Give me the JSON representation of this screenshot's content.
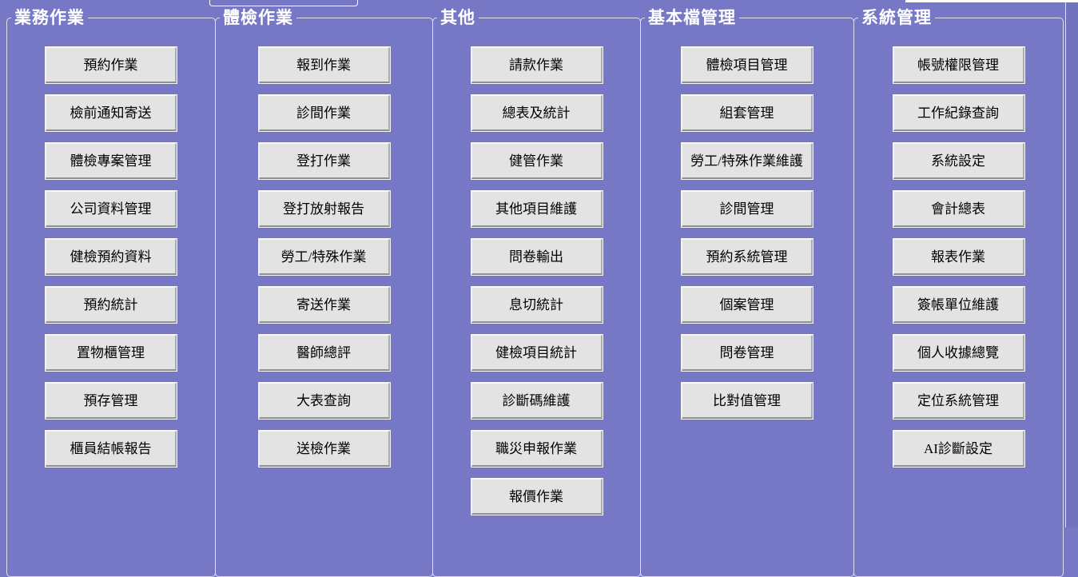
{
  "colors": {
    "background": "#7678C6",
    "button_face": "#E3E3E3",
    "group_border": "#DFE0F0",
    "group_title_text": "#FFFFFF",
    "button_text": "#000000"
  },
  "groups": [
    {
      "title": "業務作業",
      "items": [
        "預約作業",
        "檢前通知寄送",
        "體檢專案管理",
        "公司資料管理",
        "健檢預約資料",
        "預約統計",
        "置物櫃管理",
        "預存管理",
        "櫃員結帳報告"
      ]
    },
    {
      "title": "體檢作業",
      "items": [
        "報到作業",
        "診間作業",
        "登打作業",
        "登打放射報告",
        "勞工/特殊作業",
        "寄送作業",
        "醫師總評",
        "大表查詢",
        "送檢作業"
      ]
    },
    {
      "title": "其他",
      "items": [
        "請款作業",
        "總表及統計",
        "健管作業",
        "其他項目維護",
        "問卷輸出",
        "息切統計",
        "健檢項目統計",
        "診斷碼維護",
        "職災申報作業",
        "報價作業"
      ]
    },
    {
      "title": "基本檔管理",
      "items": [
        "體檢項目管理",
        "組套管理",
        "勞工/特殊作業維護",
        "診間管理",
        "預約系統管理",
        "個案管理",
        "問卷管理",
        "比對值管理"
      ]
    },
    {
      "title": "系統管理",
      "items": [
        "帳號權限管理",
        "工作紀錄查詢",
        "系統設定",
        "會計總表",
        "報表作業",
        "簽帳單位維護",
        "個人收據總覽",
        "定位系統管理",
        "AI診斷設定"
      ]
    }
  ]
}
